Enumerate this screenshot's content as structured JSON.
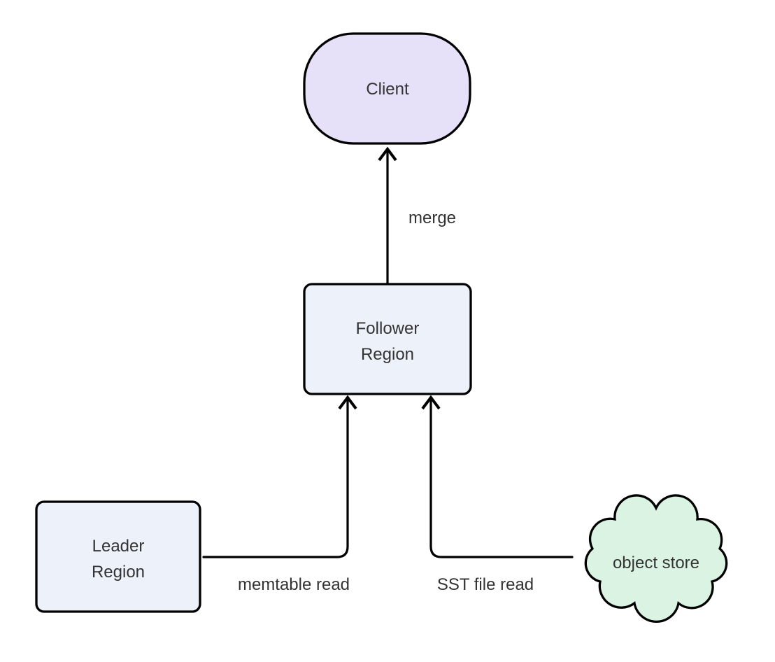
{
  "diagram": {
    "type": "flowchart",
    "colors": {
      "background": "#ffffff",
      "node_border": "#000000",
      "edge_stroke": "#000000",
      "text": "#333333",
      "client_fill": "#e7e0f9",
      "region_fill": "#ecf1fa",
      "cloud_fill": "#dbf3e3"
    },
    "nodes": {
      "client": {
        "label": "Client",
        "shape": "stadium"
      },
      "follower": {
        "line1": "Follower",
        "line2": "Region",
        "shape": "rounded-rect"
      },
      "leader": {
        "line1": "Leader",
        "line2": "Region",
        "shape": "rounded-rect"
      },
      "object_store": {
        "label": "object store",
        "shape": "cloud"
      }
    },
    "edges": {
      "merge": {
        "label": "merge",
        "from": "Follower Region",
        "to": "Client"
      },
      "memtable": {
        "label": "memtable read",
        "from": "Leader Region",
        "to": "Follower Region"
      },
      "sst": {
        "label": "SST file read",
        "from": "object store",
        "to": "Follower Region"
      }
    }
  }
}
